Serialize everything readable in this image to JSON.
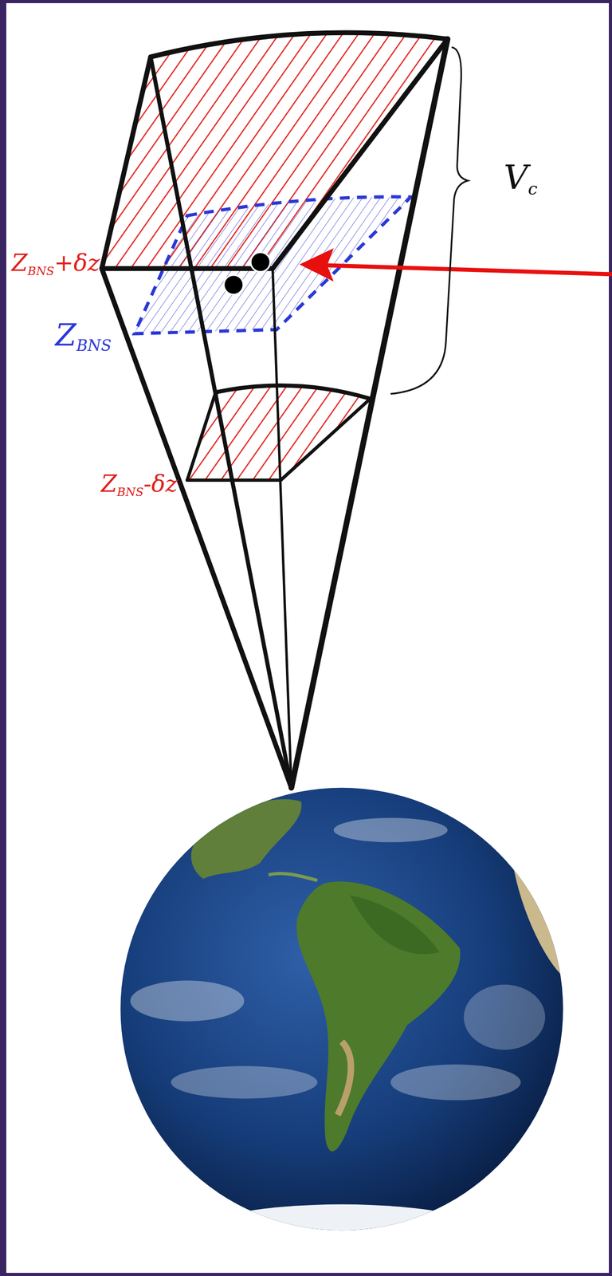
{
  "diagram": {
    "labels": [
      "Z",
      "BNS",
      "+δz",
      "Z",
      "BNS",
      "Z",
      "BNS",
      "-δz",
      "V",
      "c"
    ]
  }
}
